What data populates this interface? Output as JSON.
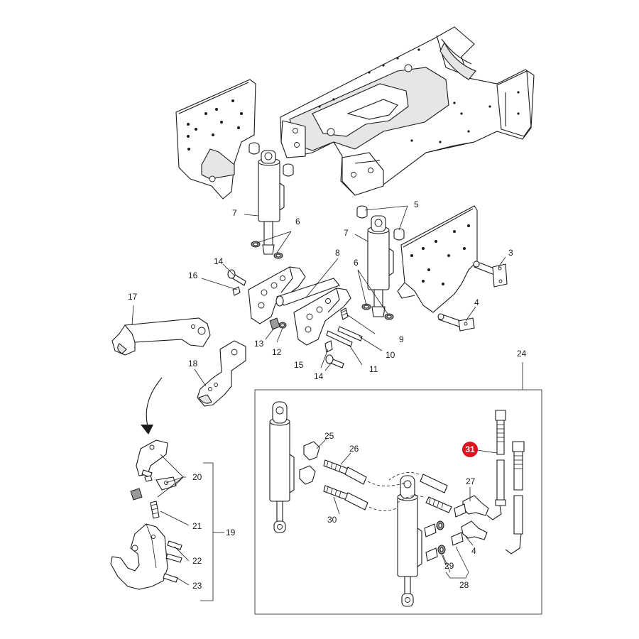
{
  "labels": {
    "l3": "3",
    "l4a": "4",
    "l4b": "4",
    "l5": "5",
    "l6a": "6",
    "l6b": "6",
    "l7a": "7",
    "l7b": "7",
    "l8": "8",
    "l9": "9",
    "l10": "10",
    "l11": "11",
    "l12": "12",
    "l13": "13",
    "l14a": "14",
    "l14b": "14",
    "l15": "15",
    "l16": "16",
    "l17": "17",
    "l18": "18",
    "l19": "19",
    "l20": "20",
    "l21": "21",
    "l22": "22",
    "l23": "23",
    "l24": "24",
    "l25": "25",
    "l26": "26",
    "l27": "27",
    "l28": "28",
    "l29": "29",
    "l30": "30"
  },
  "highlight": {
    "label": "31",
    "color": "#e0141e"
  },
  "colors": {
    "line": "#1a1a1a",
    "background": "#ffffff"
  }
}
